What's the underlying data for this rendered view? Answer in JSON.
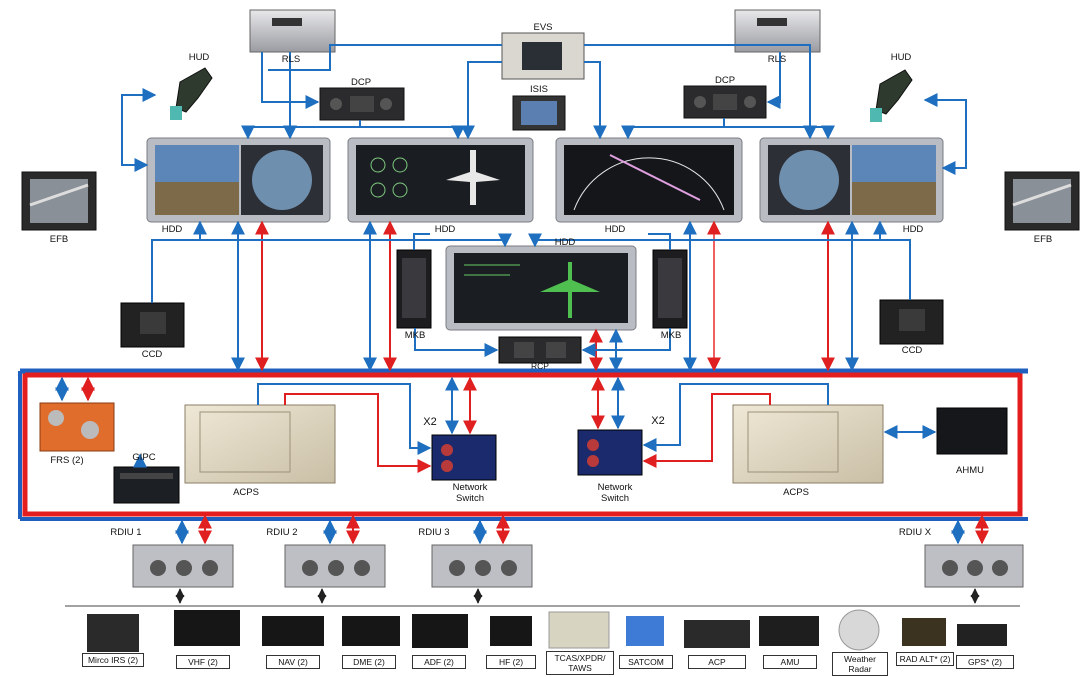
{
  "labels": {
    "hud_left": "HUD",
    "hud_right": "HUD",
    "rls_left": "RLS",
    "rls_right": "RLS",
    "evs": "EVS",
    "isis": "ISIS",
    "dcp_left": "DCP",
    "dcp_right": "DCP",
    "efb_left": "EFB",
    "efb_right": "EFB",
    "hdd_1": "HDD",
    "hdd_2": "HDD",
    "hdd_3": "HDD",
    "hdd_4": "HDD",
    "hdd_center": "HDD",
    "ccd_left": "CCD",
    "ccd_right": "CCD",
    "mkb_left": "MKB",
    "mkb_right": "MKB",
    "rcp": "RCP",
    "frs": "FRS (2)",
    "gipc": "GIPC",
    "acps_left": "ACPS",
    "acps_right": "ACPS",
    "x2_left": "X2",
    "x2_right": "X2",
    "switch_left_1": "Network",
    "switch_left_2": "Switch",
    "switch_right_1": "Network",
    "switch_right_2": "Switch",
    "ahmu": "AHMU",
    "rdiu_1": "RDIU 1",
    "rdiu_2": "RDIU 2",
    "rdiu_3": "RDIU 3",
    "rdiu_x": "RDIU X"
  },
  "peripherals": [
    "Mirco IRS (2)",
    "VHF (2)",
    "NAV (2)",
    "DME (2)",
    "ADF (2)",
    "HF (2)",
    "TCAS/XPDR/ TAWS",
    "SATCOM",
    "ACP",
    "AMU",
    "Weather Radar",
    "RAD ALT* (2)",
    "GPS* (2)"
  ],
  "colors": {
    "bus_blue": "#1f5fbf",
    "bus_red": "#e41e1e",
    "link_blue": "#1f6fc0",
    "link_red": "#e02020",
    "display_bezel": "#b9bcc3"
  }
}
